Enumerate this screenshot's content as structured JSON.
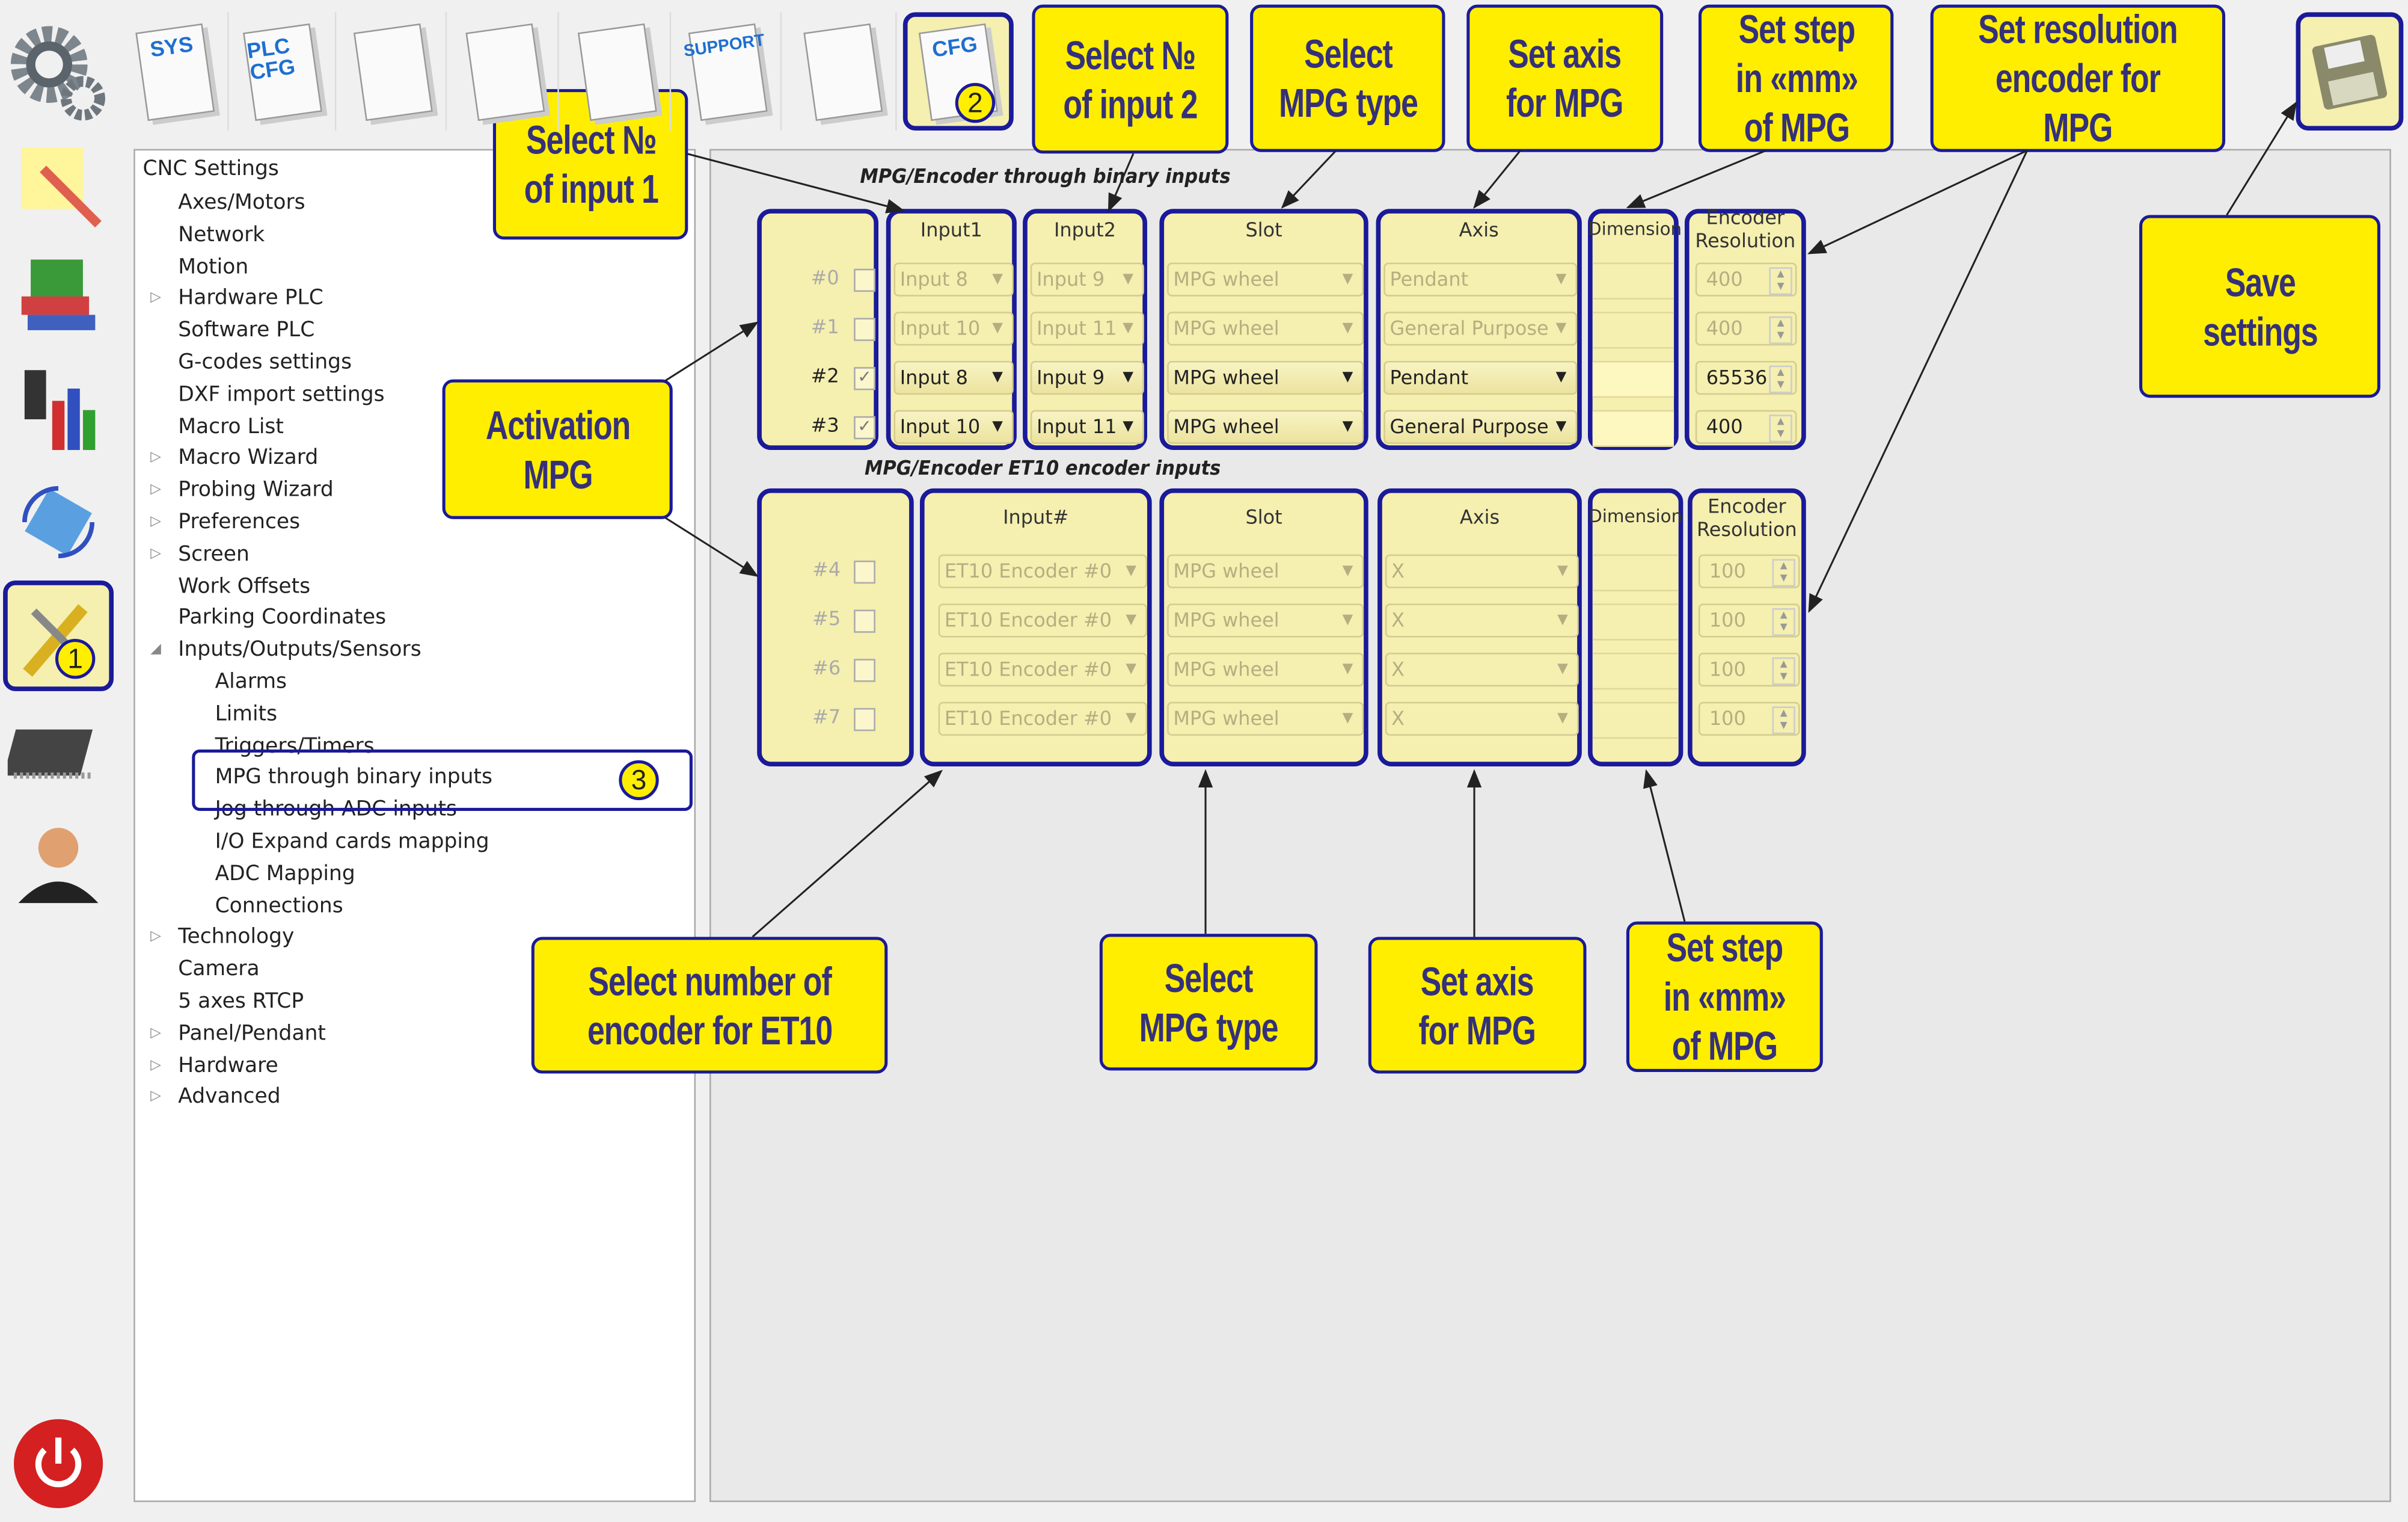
{
  "toolbar": {
    "items": [
      {
        "name": "sys-config-icon",
        "label": "SYS"
      },
      {
        "name": "plc-config-icon",
        "label": "PLC CFG"
      },
      {
        "name": "table-doc-icon",
        "label": ""
      },
      {
        "name": "color-table-doc-icon",
        "label": ""
      },
      {
        "name": "info-doc-icon",
        "label": ""
      },
      {
        "name": "support-doc-icon",
        "label": "SUPPORT"
      },
      {
        "name": "database-doc-icon",
        "label": ""
      },
      {
        "name": "cfg-doc-icon",
        "label": "CFG"
      }
    ]
  },
  "tree": {
    "header": "CNC Settings",
    "items": [
      {
        "label": "Axes/Motors",
        "level": 1,
        "exp": ""
      },
      {
        "label": "Network",
        "level": 1,
        "exp": ""
      },
      {
        "label": "Motion",
        "level": 1,
        "exp": ""
      },
      {
        "label": "Hardware PLC",
        "level": 1,
        "exp": "▷"
      },
      {
        "label": "Software PLC",
        "level": 1,
        "exp": ""
      },
      {
        "label": "G-codes settings",
        "level": 1,
        "exp": ""
      },
      {
        "label": "DXF import settings",
        "level": 1,
        "exp": ""
      },
      {
        "label": "Macro List",
        "level": 1,
        "exp": ""
      },
      {
        "label": "Macro Wizard",
        "level": 1,
        "exp": "▷"
      },
      {
        "label": "Probing Wizard",
        "level": 1,
        "exp": "▷"
      },
      {
        "label": "Preferences",
        "level": 1,
        "exp": "▷"
      },
      {
        "label": "Screen",
        "level": 1,
        "exp": "▷"
      },
      {
        "label": "Work Offsets",
        "level": 1,
        "exp": ""
      },
      {
        "label": "Parking Coordinates",
        "level": 1,
        "exp": ""
      },
      {
        "label": "Inputs/Outputs/Sensors",
        "level": 1,
        "exp": "◢"
      },
      {
        "label": "Alarms",
        "level": 2,
        "exp": ""
      },
      {
        "label": "Limits",
        "level": 2,
        "exp": ""
      },
      {
        "label": "Triggers/Timers",
        "level": 2,
        "exp": ""
      },
      {
        "label": "MPG through binary inputs",
        "level": 2,
        "exp": "",
        "selected": true
      },
      {
        "label": "Jog through ADC inputs",
        "level": 2,
        "exp": ""
      },
      {
        "label": "I/O Expand cards mapping",
        "level": 2,
        "exp": ""
      },
      {
        "label": "ADC Mapping",
        "level": 2,
        "exp": ""
      },
      {
        "label": "Connections",
        "level": 2,
        "exp": ""
      },
      {
        "label": "Technology",
        "level": 1,
        "exp": "▷"
      },
      {
        "label": "Camera",
        "level": 1,
        "exp": ""
      },
      {
        "label": "5 axes RTCP",
        "level": 1,
        "exp": ""
      },
      {
        "label": "Panel/Pendant",
        "level": 1,
        "exp": "▷"
      },
      {
        "label": "Hardware",
        "level": 1,
        "exp": "▷"
      },
      {
        "label": "Advanced",
        "level": 1,
        "exp": "▷"
      }
    ]
  },
  "binary": {
    "title": "MPG/Encoder through binary inputs",
    "headers": {
      "input1": "Input1",
      "input2": "Input2",
      "slot": "Slot",
      "axis": "Axis",
      "dimension": "Dimension",
      "resolution": "Encoder Resolution"
    },
    "rows": [
      {
        "id": "#0",
        "checked": false,
        "input1": "Input 8",
        "input2": "Input 9",
        "slot": "MPG wheel",
        "axis": "Pendant",
        "resolution": "400"
      },
      {
        "id": "#1",
        "checked": false,
        "input1": "Input 10",
        "input2": "Input 11",
        "slot": "MPG wheel",
        "axis": "General Purpose",
        "resolution": "400"
      },
      {
        "id": "#2",
        "checked": true,
        "input1": "Input 8",
        "input2": "Input 9",
        "slot": "MPG wheel",
        "axis": "Pendant",
        "resolution": "65536"
      },
      {
        "id": "#3",
        "checked": true,
        "input1": "Input 10",
        "input2": "Input 11",
        "slot": "MPG wheel",
        "axis": "General Purpose",
        "resolution": "400"
      }
    ]
  },
  "et10": {
    "title": "MPG/Encoder ET10 encoder inputs",
    "headers": {
      "input": "Input#",
      "slot": "Slot",
      "axis": "Axis",
      "dimension": "Dimension",
      "resolution": "Encoder Resolution"
    },
    "rows": [
      {
        "id": "#4",
        "checked": false,
        "input": "ET10 Encoder #0",
        "slot": "MPG wheel",
        "axis": "X",
        "resolution": "100"
      },
      {
        "id": "#5",
        "checked": false,
        "input": "ET10 Encoder #0",
        "slot": "MPG wheel",
        "axis": "X",
        "resolution": "100"
      },
      {
        "id": "#6",
        "checked": false,
        "input": "ET10 Encoder #0",
        "slot": "MPG wheel",
        "axis": "X",
        "resolution": "100"
      },
      {
        "id": "#7",
        "checked": false,
        "input": "ET10 Encoder #0",
        "slot": "MPG wheel",
        "axis": "X",
        "resolution": "100"
      }
    ]
  },
  "callouts": {
    "input1": "Select №\nof input 1",
    "input2": "Select №\nof input 2",
    "mpg_type_top": "Select\nMPG type",
    "axis_top": "Set axis\nfor MPG",
    "step_top": "Set step\nin «mm»\nof MPG",
    "resolution": "Set resolution\nencoder for MPG",
    "save": "Save\nsettings",
    "activation": "Activation\nMPG",
    "encoder_et10": "Select number of\nencoder for ET10",
    "mpg_type_bottom": "Select\nMPG type",
    "axis_bottom": "Set axis\nfor MPG",
    "step_bottom": "Set step\nin «mm»\nof MPG"
  },
  "markers": {
    "one": "1",
    "two": "2",
    "three": "3"
  },
  "colors": {
    "callout": "#ffee00",
    "border": "#1a1a9a",
    "panel": "#f5efb0"
  }
}
